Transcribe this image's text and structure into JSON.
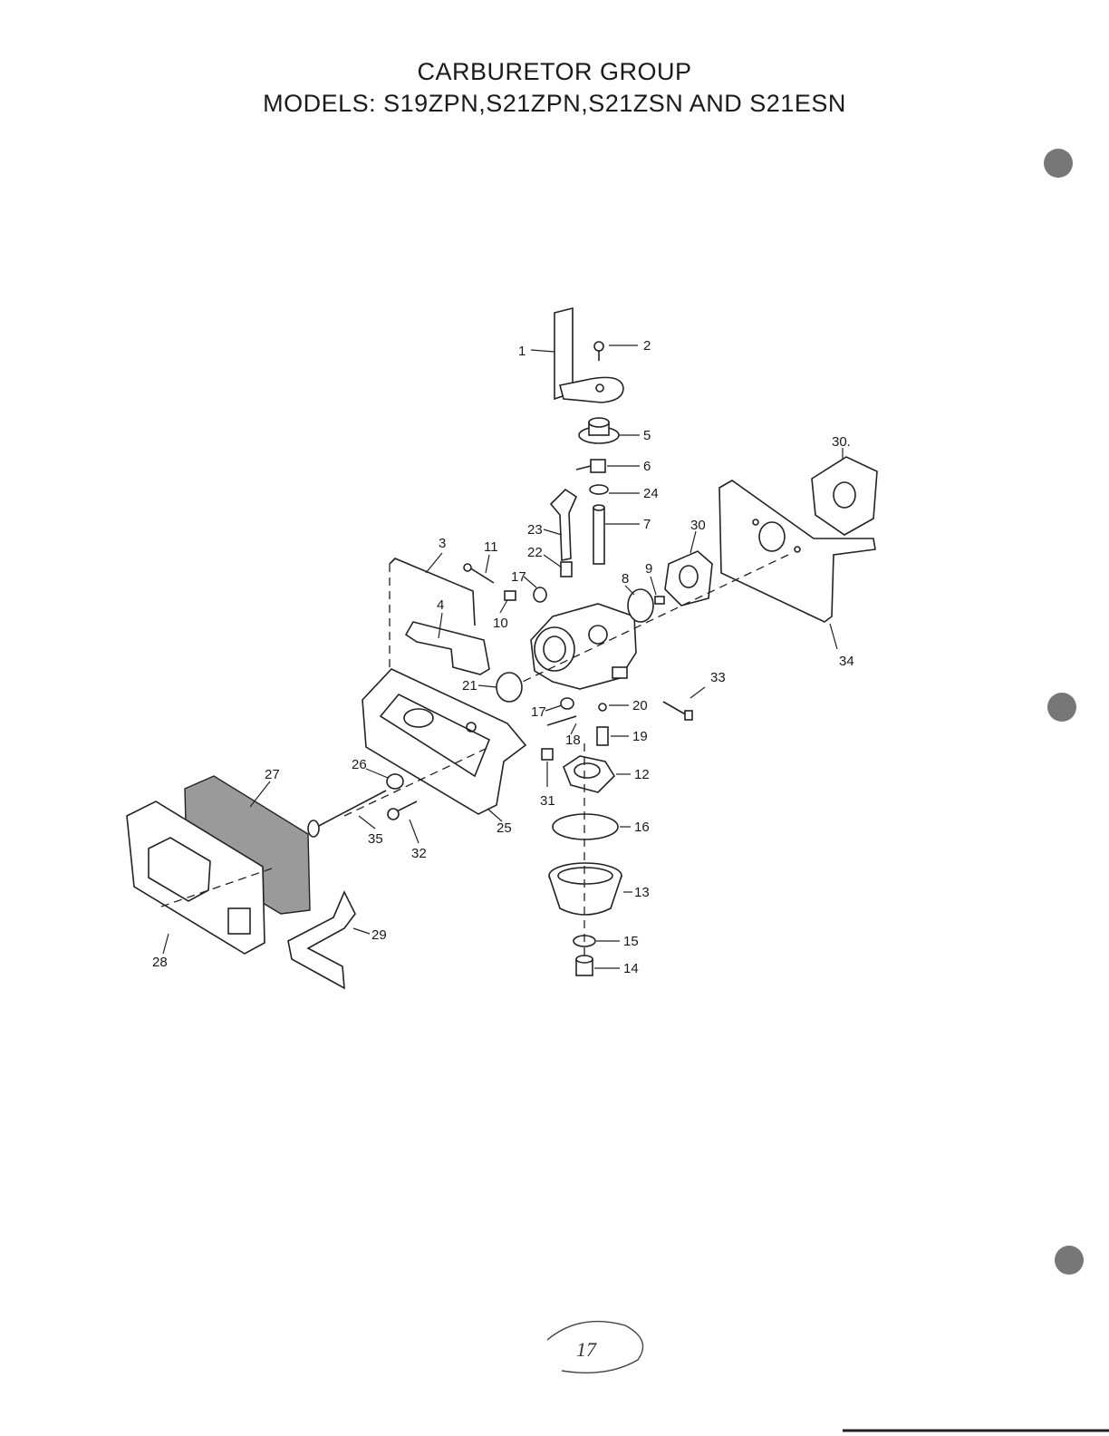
{
  "header": {
    "title_line1": "CARBURETOR GROUP",
    "title_line2": "MODELS: S19ZPN,S21ZPN,S21ZSN AND S21ESN"
  },
  "callouts": [
    {
      "id": "c1",
      "text": "1"
    },
    {
      "id": "c2",
      "text": "2"
    },
    {
      "id": "c5",
      "text": "5"
    },
    {
      "id": "c6",
      "text": "6"
    },
    {
      "id": "c24",
      "text": "24"
    },
    {
      "id": "c7",
      "text": "7"
    },
    {
      "id": "c23",
      "text": "23"
    },
    {
      "id": "c22",
      "text": "22"
    },
    {
      "id": "c3",
      "text": "3"
    },
    {
      "id": "c11",
      "text": "11"
    },
    {
      "id": "c17a",
      "text": "17"
    },
    {
      "id": "c4",
      "text": "4"
    },
    {
      "id": "c10",
      "text": "10"
    },
    {
      "id": "c8",
      "text": "8"
    },
    {
      "id": "c9",
      "text": "9"
    },
    {
      "id": "c30a",
      "text": "30"
    },
    {
      "id": "c30b",
      "text": "30."
    },
    {
      "id": "c34",
      "text": "34"
    },
    {
      "id": "c21",
      "text": "21"
    },
    {
      "id": "c33",
      "text": "33"
    },
    {
      "id": "c17b",
      "text": "17"
    },
    {
      "id": "c20",
      "text": "20"
    },
    {
      "id": "c18",
      "text": "18"
    },
    {
      "id": "c19",
      "text": "19"
    },
    {
      "id": "c26",
      "text": "26"
    },
    {
      "id": "c12",
      "text": "12"
    },
    {
      "id": "c27",
      "text": "27"
    },
    {
      "id": "c31",
      "text": "31"
    },
    {
      "id": "c16",
      "text": "16"
    },
    {
      "id": "c35",
      "text": "35"
    },
    {
      "id": "c32",
      "text": "32"
    },
    {
      "id": "c25",
      "text": "25"
    },
    {
      "id": "c13",
      "text": "13"
    },
    {
      "id": "c29",
      "text": "29"
    },
    {
      "id": "c15",
      "text": "15"
    },
    {
      "id": "c28",
      "text": "28"
    },
    {
      "id": "c14",
      "text": "14"
    }
  ],
  "footer": {
    "page_mark": "17"
  }
}
